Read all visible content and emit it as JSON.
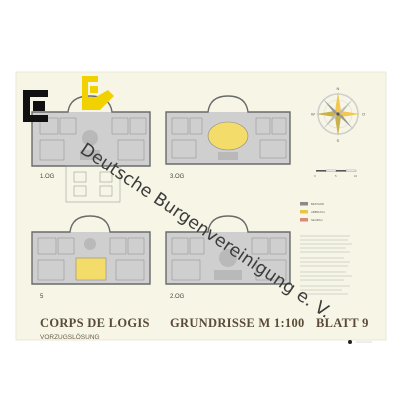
{
  "plans": [
    {
      "label": "1.OG"
    },
    {
      "label": "3.OG"
    },
    {
      "label": "5"
    },
    {
      "label": "2.OG"
    }
  ],
  "title_left": "CORPS DE LOGIS",
  "subtitle_left": "VORZUGSLÖSUNG",
  "title_center": "GRUNDRISSE  M 1:100",
  "title_right": "BLATT 9",
  "legend": [
    {
      "text": "BESTAND",
      "color": "#8a8a8a"
    },
    {
      "text": "ABBRUCH",
      "color": "#e6c64a"
    },
    {
      "text": "NEUBAU",
      "color": "#d98a7a"
    }
  ],
  "compass_letters": {
    "n": "N",
    "s": "S",
    "w": "W",
    "e": "O"
  },
  "scale_ticks": [
    "0",
    "5",
    "10"
  ],
  "watermark": "Deutsche Burgenvereinigung e. V.",
  "logo_colors": {
    "black": "#111111",
    "yellow": "#f2d100"
  },
  "paper_color": "#f7f6e6"
}
